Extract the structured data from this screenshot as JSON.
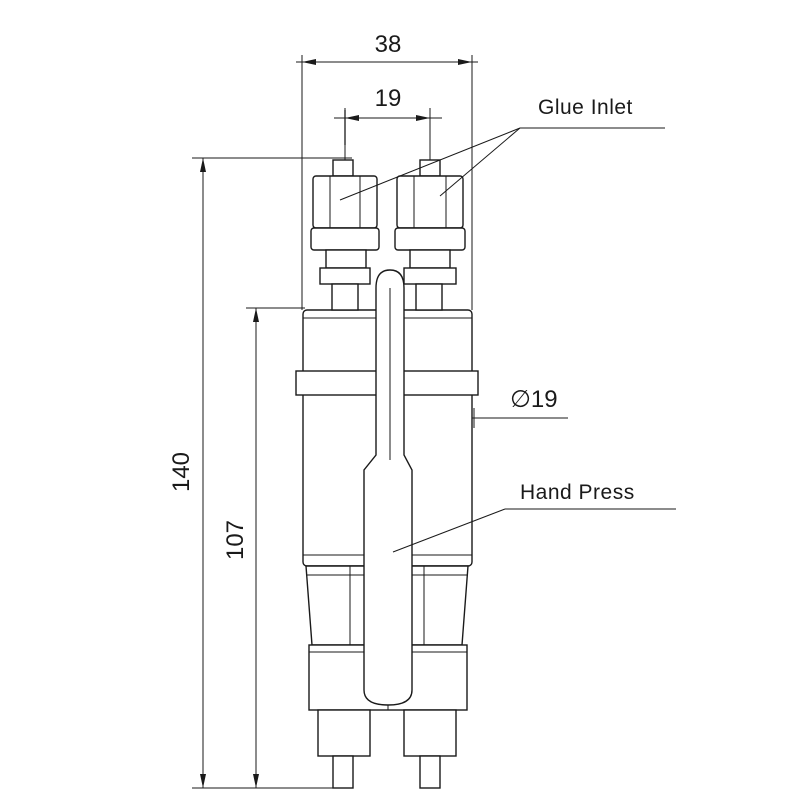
{
  "dimensions": {
    "overall_width": "38",
    "inlet_spacing": "19",
    "total_height": "140",
    "body_height": "107",
    "diameter": "∅19"
  },
  "callouts": {
    "glue_inlet": "Glue Inlet",
    "hand_press": "Hand Press"
  },
  "colors": {
    "line": "#1a1a1a",
    "background": "#ffffff"
  }
}
